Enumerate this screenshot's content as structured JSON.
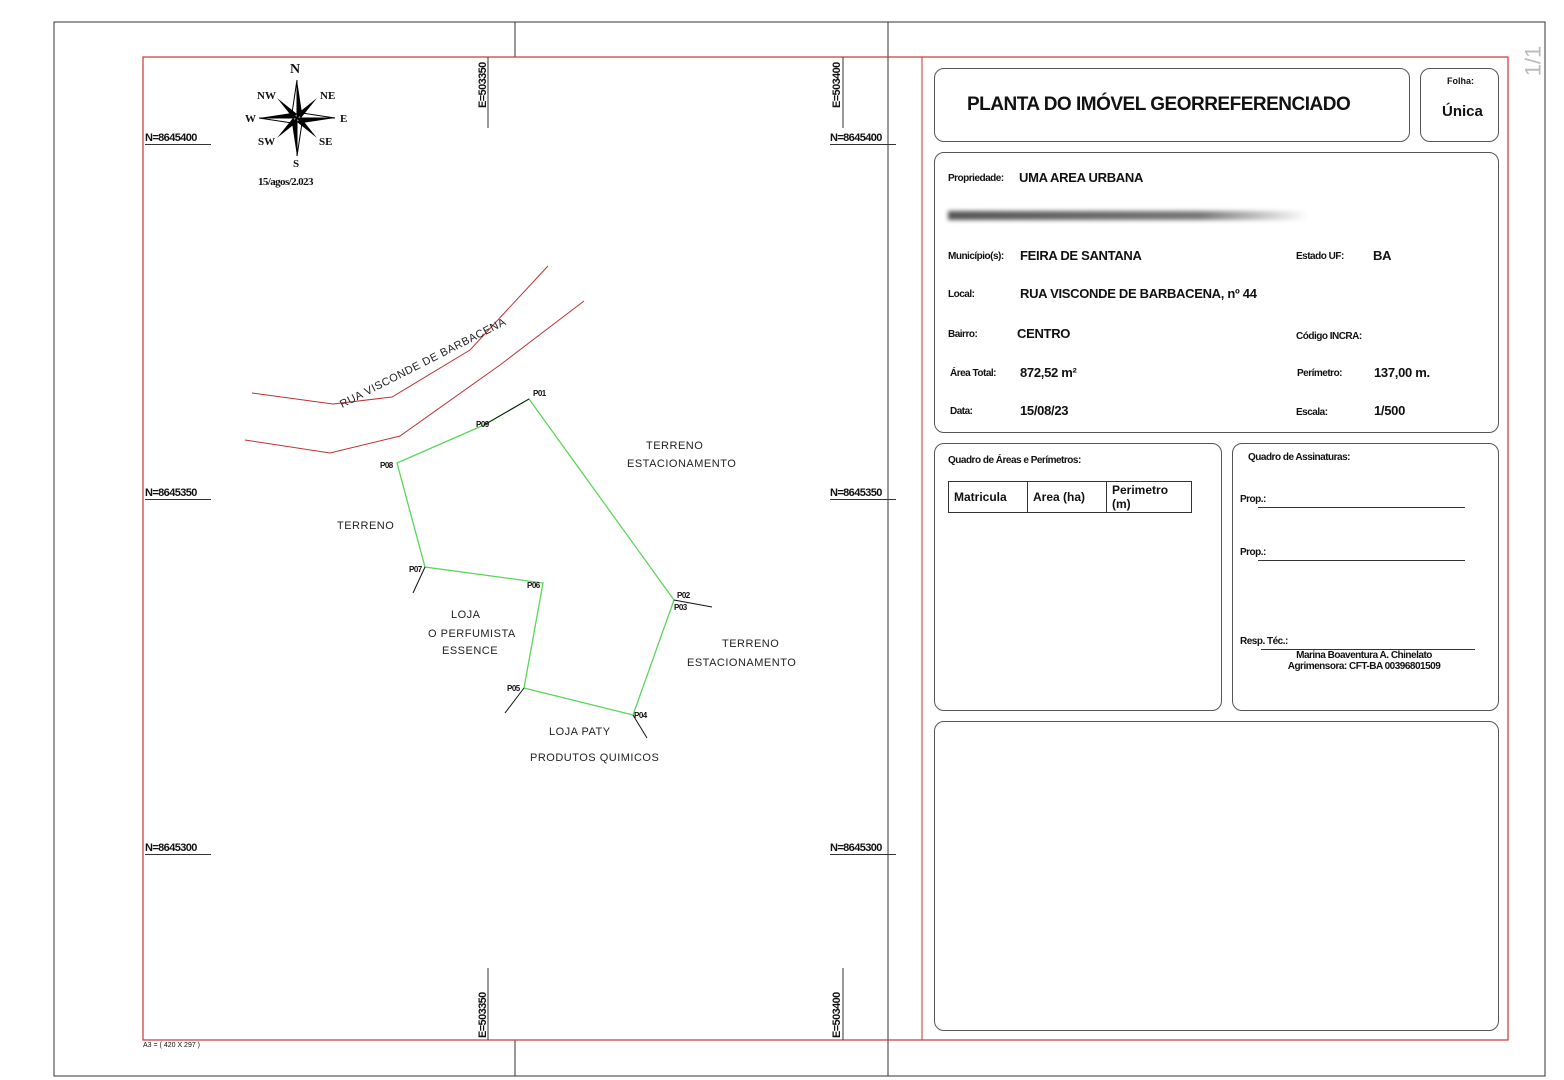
{
  "page_indicator": "1/1",
  "compass": {
    "N": "N",
    "NE": "NE",
    "E": "E",
    "SE": "SE",
    "S": "S",
    "SW": "SW",
    "W": "W",
    "NW": "NW",
    "date": "15/agos/2.023"
  },
  "grid": {
    "north": [
      "N=8645400",
      "N=8645350",
      "N=8645300"
    ],
    "east": [
      "E=503350",
      "E=503400"
    ]
  },
  "map": {
    "street": "RUA VISCONDE DE BARBACENA",
    "labels": {
      "terreno_left": "TERRENO",
      "terreno_top_1": "TERRENO",
      "terreno_top_2": "ESTACIONAMENTO",
      "terreno_right_1": "TERRENO",
      "terreno_right_2": "ESTACIONAMENTO",
      "loja1_1": "LOJA",
      "loja1_2": "O PERFUMISTA",
      "loja1_3": "ESSENCE",
      "loja2_1": "LOJA PATY",
      "loja2_2": "PRODUTOS QUIMICOS"
    },
    "points": [
      "P01",
      "P02",
      "P03",
      "P04",
      "P05",
      "P06",
      "P07",
      "P08",
      "P09"
    ],
    "paper_size": "A3 = ( 420 X 297 )"
  },
  "title_block": {
    "title": "PLANTA DO IMÓVEL GEORREFERENCIADO",
    "sheet_label": "Folha:",
    "sheet_value": "Única",
    "fields": {
      "propriedade_label": "Propriedade:",
      "propriedade": "UMA AREA URBANA",
      "municipio_label": "Município(s):",
      "municipio": "FEIRA DE SANTANA",
      "estado_label": "Estado UF:",
      "estado": "BA",
      "local_label": "Local:",
      "local": "RUA VISCONDE DE BARBACENA, nº 44",
      "bairro_label": "Bairro:",
      "bairro": "CENTRO",
      "incra_label": "Código INCRA:",
      "area_label": "Área Total:",
      "area": "872,52 m²",
      "perimetro_label": "Perímetro:",
      "perimetro": "137,00 m.",
      "data_label": "Data:",
      "data": "15/08/23",
      "escala_label": "Escala:",
      "escala": "1/500"
    },
    "areas_table": {
      "title": "Quadro de Áreas e Perímetros:",
      "headers": [
        "Matricula",
        "Area (ha)",
        "Perimetro (m)"
      ]
    },
    "signatures": {
      "title": "Quadro de Assinaturas:",
      "prop1": "Prop.:",
      "prop2": "Prop.:",
      "resp": "Resp. Téc.:",
      "name": "Marina Boaventura A. Chinelato",
      "credential": "Agrimensora: CFT-BA 00396801509"
    }
  }
}
